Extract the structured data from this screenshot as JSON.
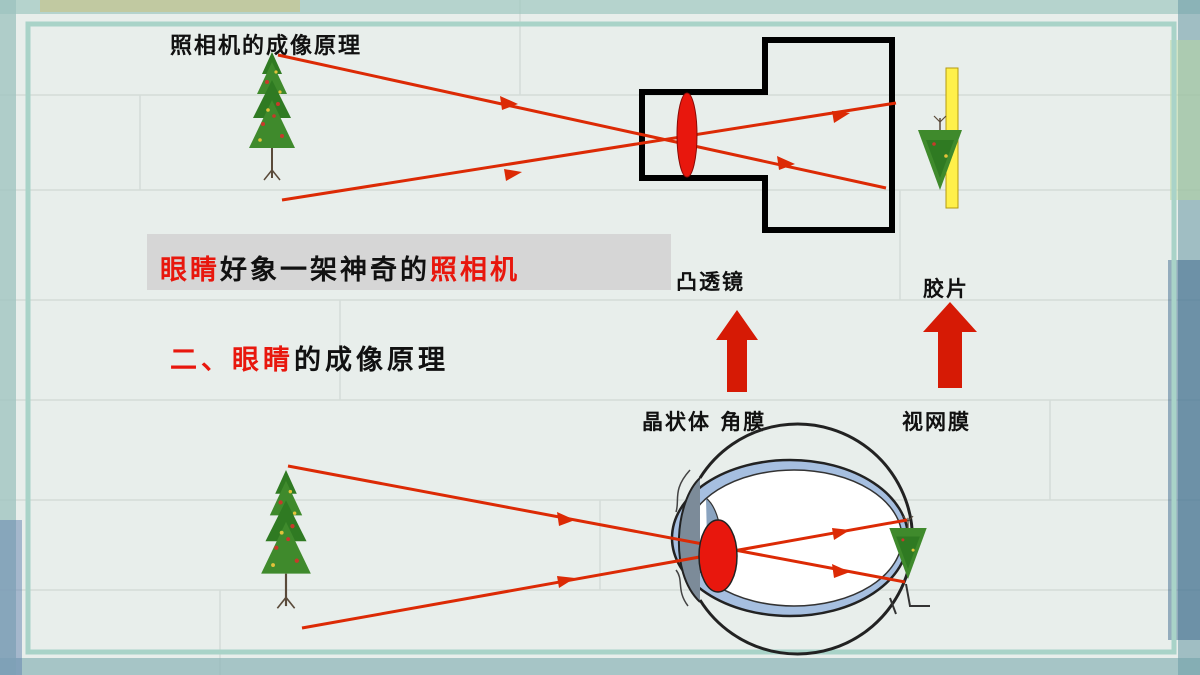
{
  "title": "照相机的成像原理",
  "banner": {
    "part1": "眼睛",
    "part2": "好象一架神奇的",
    "part3": "照相机"
  },
  "section_heading": {
    "prefix": "二、",
    "highlight": "眼睛",
    "rest": "的成像原理"
  },
  "camera_labels": {
    "lens": "凸透镜",
    "film": "胶片"
  },
  "eye_labels": {
    "lens_cornea": "晶状体 角膜",
    "retina": "视网膜"
  },
  "colors": {
    "accent_red": "#e8170d",
    "banner_gray": "#d6d6d6",
    "arrow_red": "#dc2a05",
    "film_yellow": "#fff04a",
    "tree_green": "#3f8a2c",
    "eye_blue": "#a6bfe0"
  }
}
